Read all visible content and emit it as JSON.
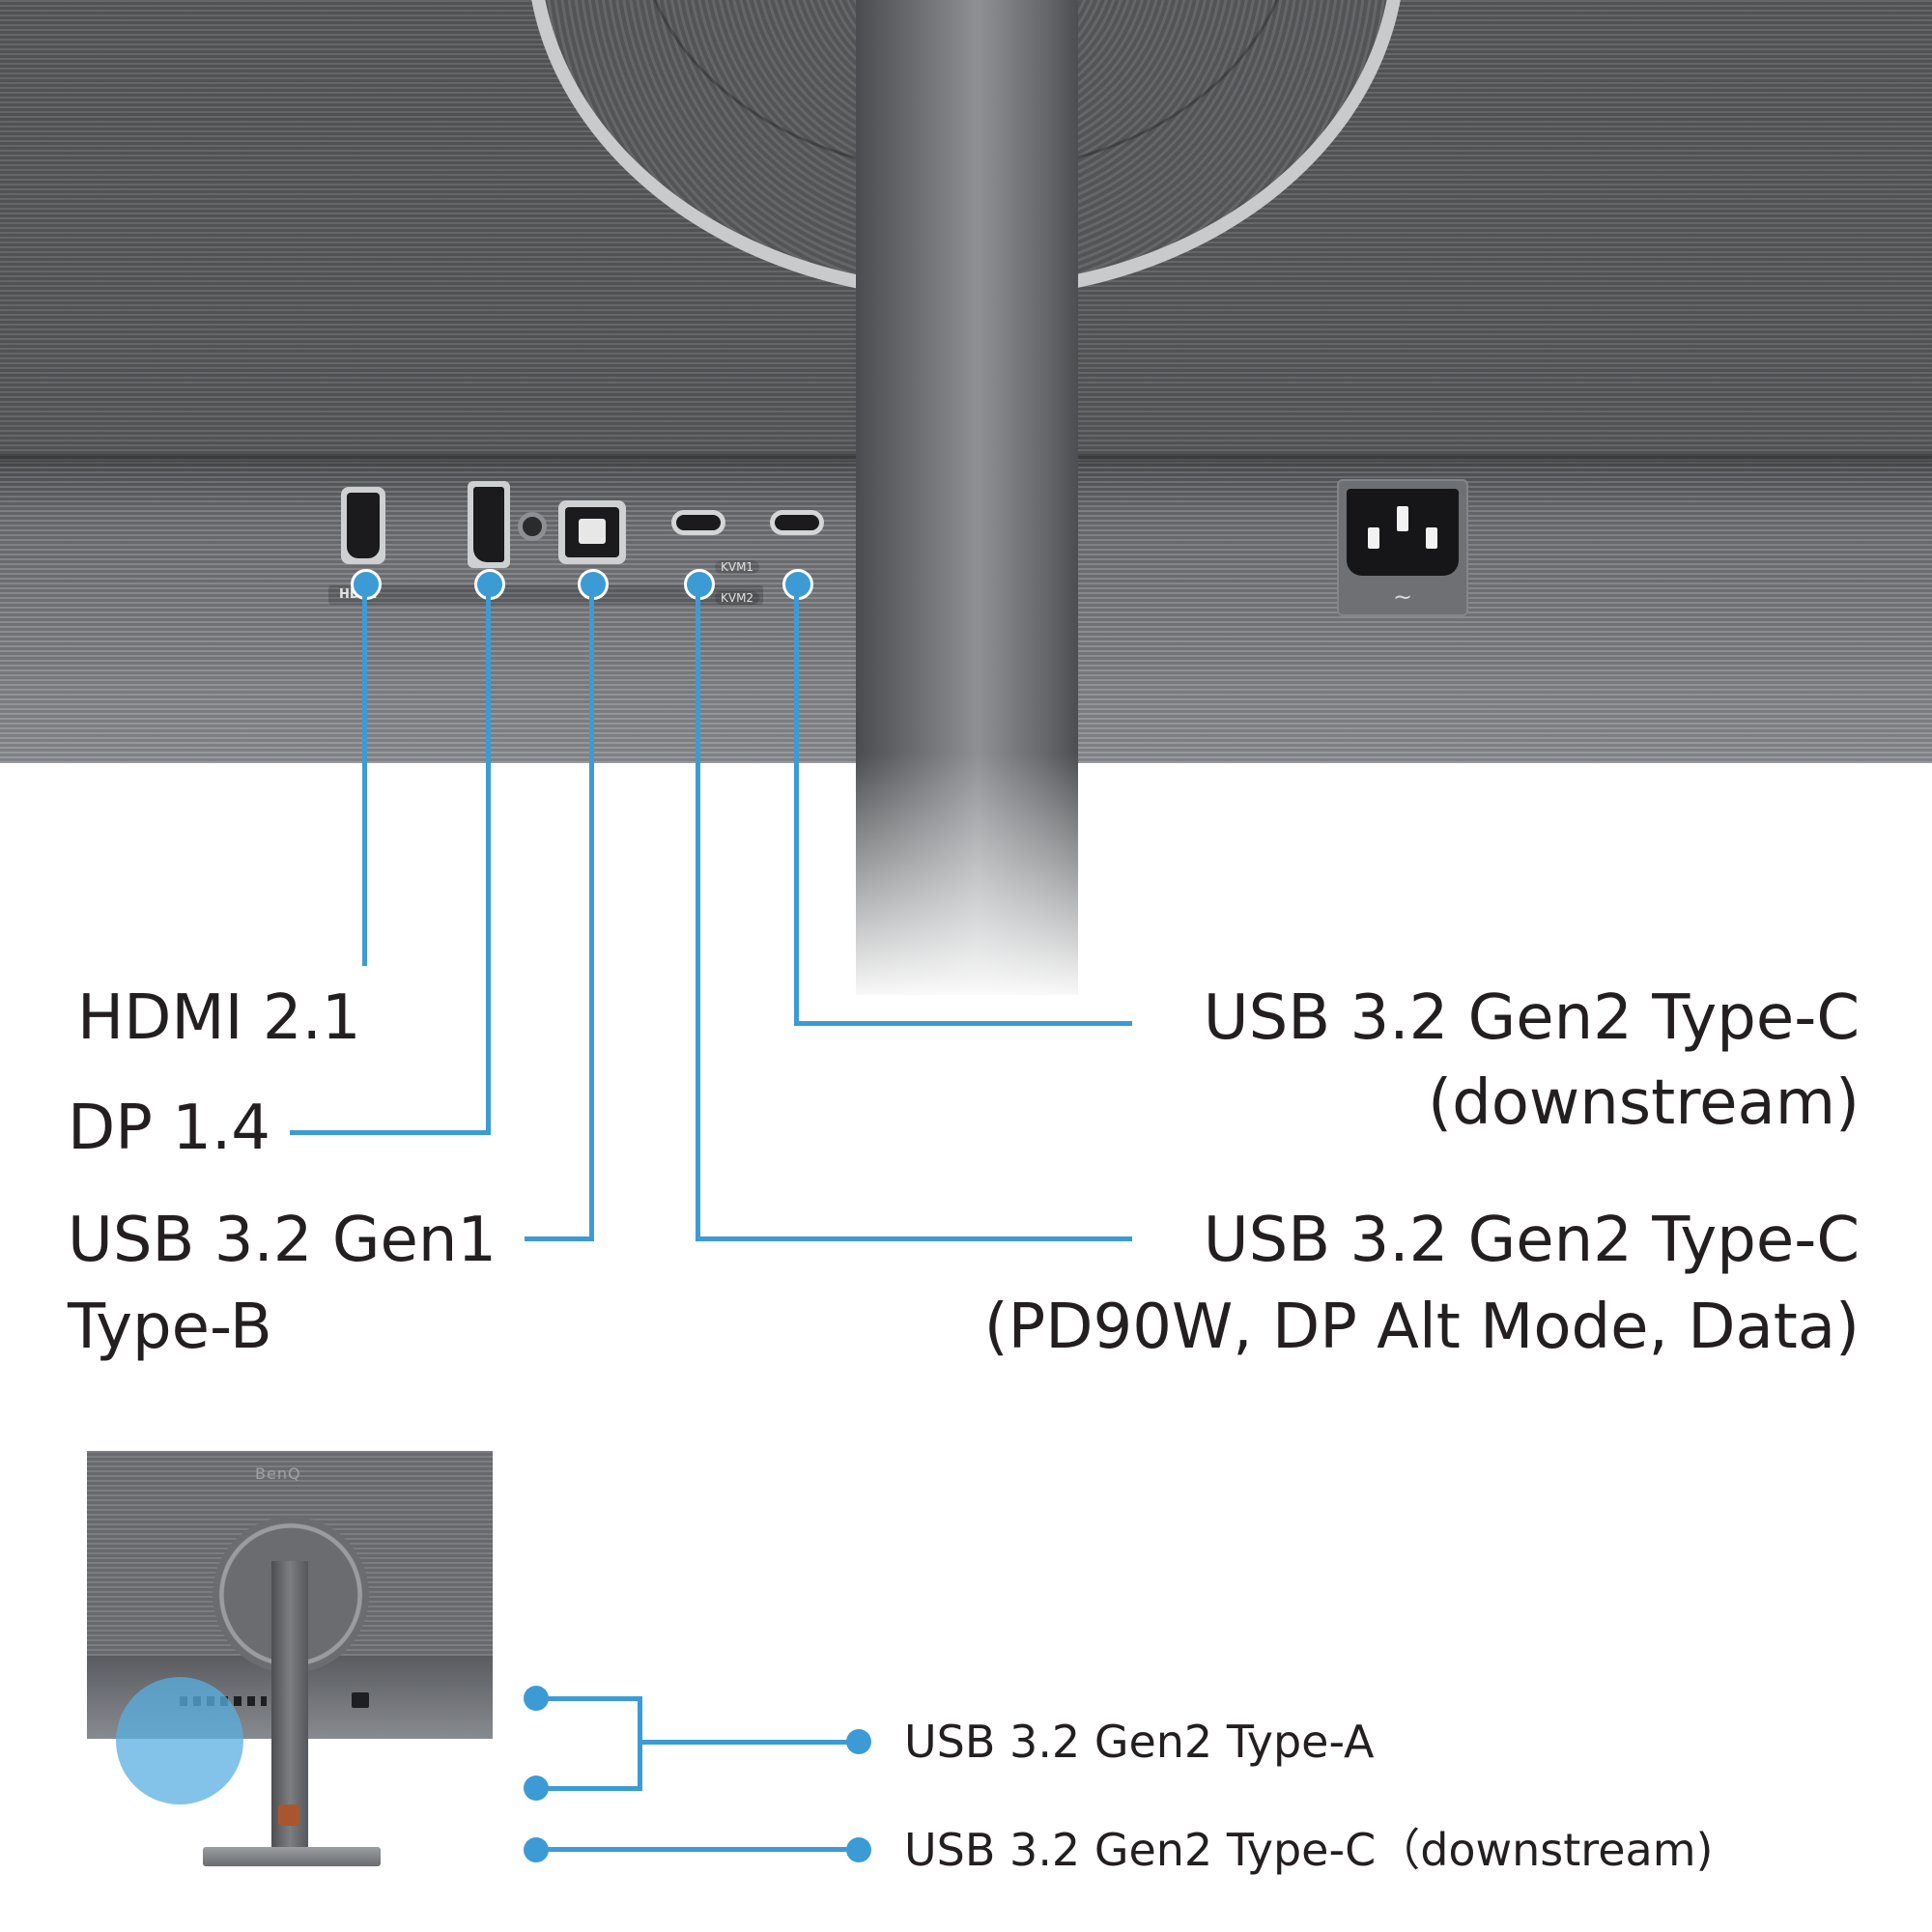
{
  "callouts": {
    "hdmi": "HDMI 2.1",
    "dp": "DP 1.4",
    "usb_b_line1": "USB 3.2 Gen1",
    "usb_b_line2": "Type-B",
    "usbc_down_line1": "USB 3.2 Gen2 Type-C",
    "usbc_down_line2": "(downstream)",
    "usbc_pd_line1": "USB 3.2 Gen2 Type-C",
    "usbc_pd_line2": "(PD90W, DP Alt Mode, Data)"
  },
  "panel_markings": {
    "hdmi": "HDMI",
    "kvm1": "KVM1",
    "kvm2": "KVM2",
    "power": "~",
    "logo": "BenQ"
  },
  "side_callouts": {
    "usb_a": "USB 3.2 Gen2 Type-A",
    "usb_c": "USB 3.2 Gen2 Type-C（downstream)"
  },
  "colors": {
    "accent": "#3c9bd5",
    "text": "#231f20",
    "panel": "#595b5e"
  },
  "icons": [
    "hdmi-port-icon",
    "displayport-icon",
    "audio-jack-icon",
    "usb-b-port-icon",
    "usb-c-port-icon",
    "power-socket-icon"
  ]
}
